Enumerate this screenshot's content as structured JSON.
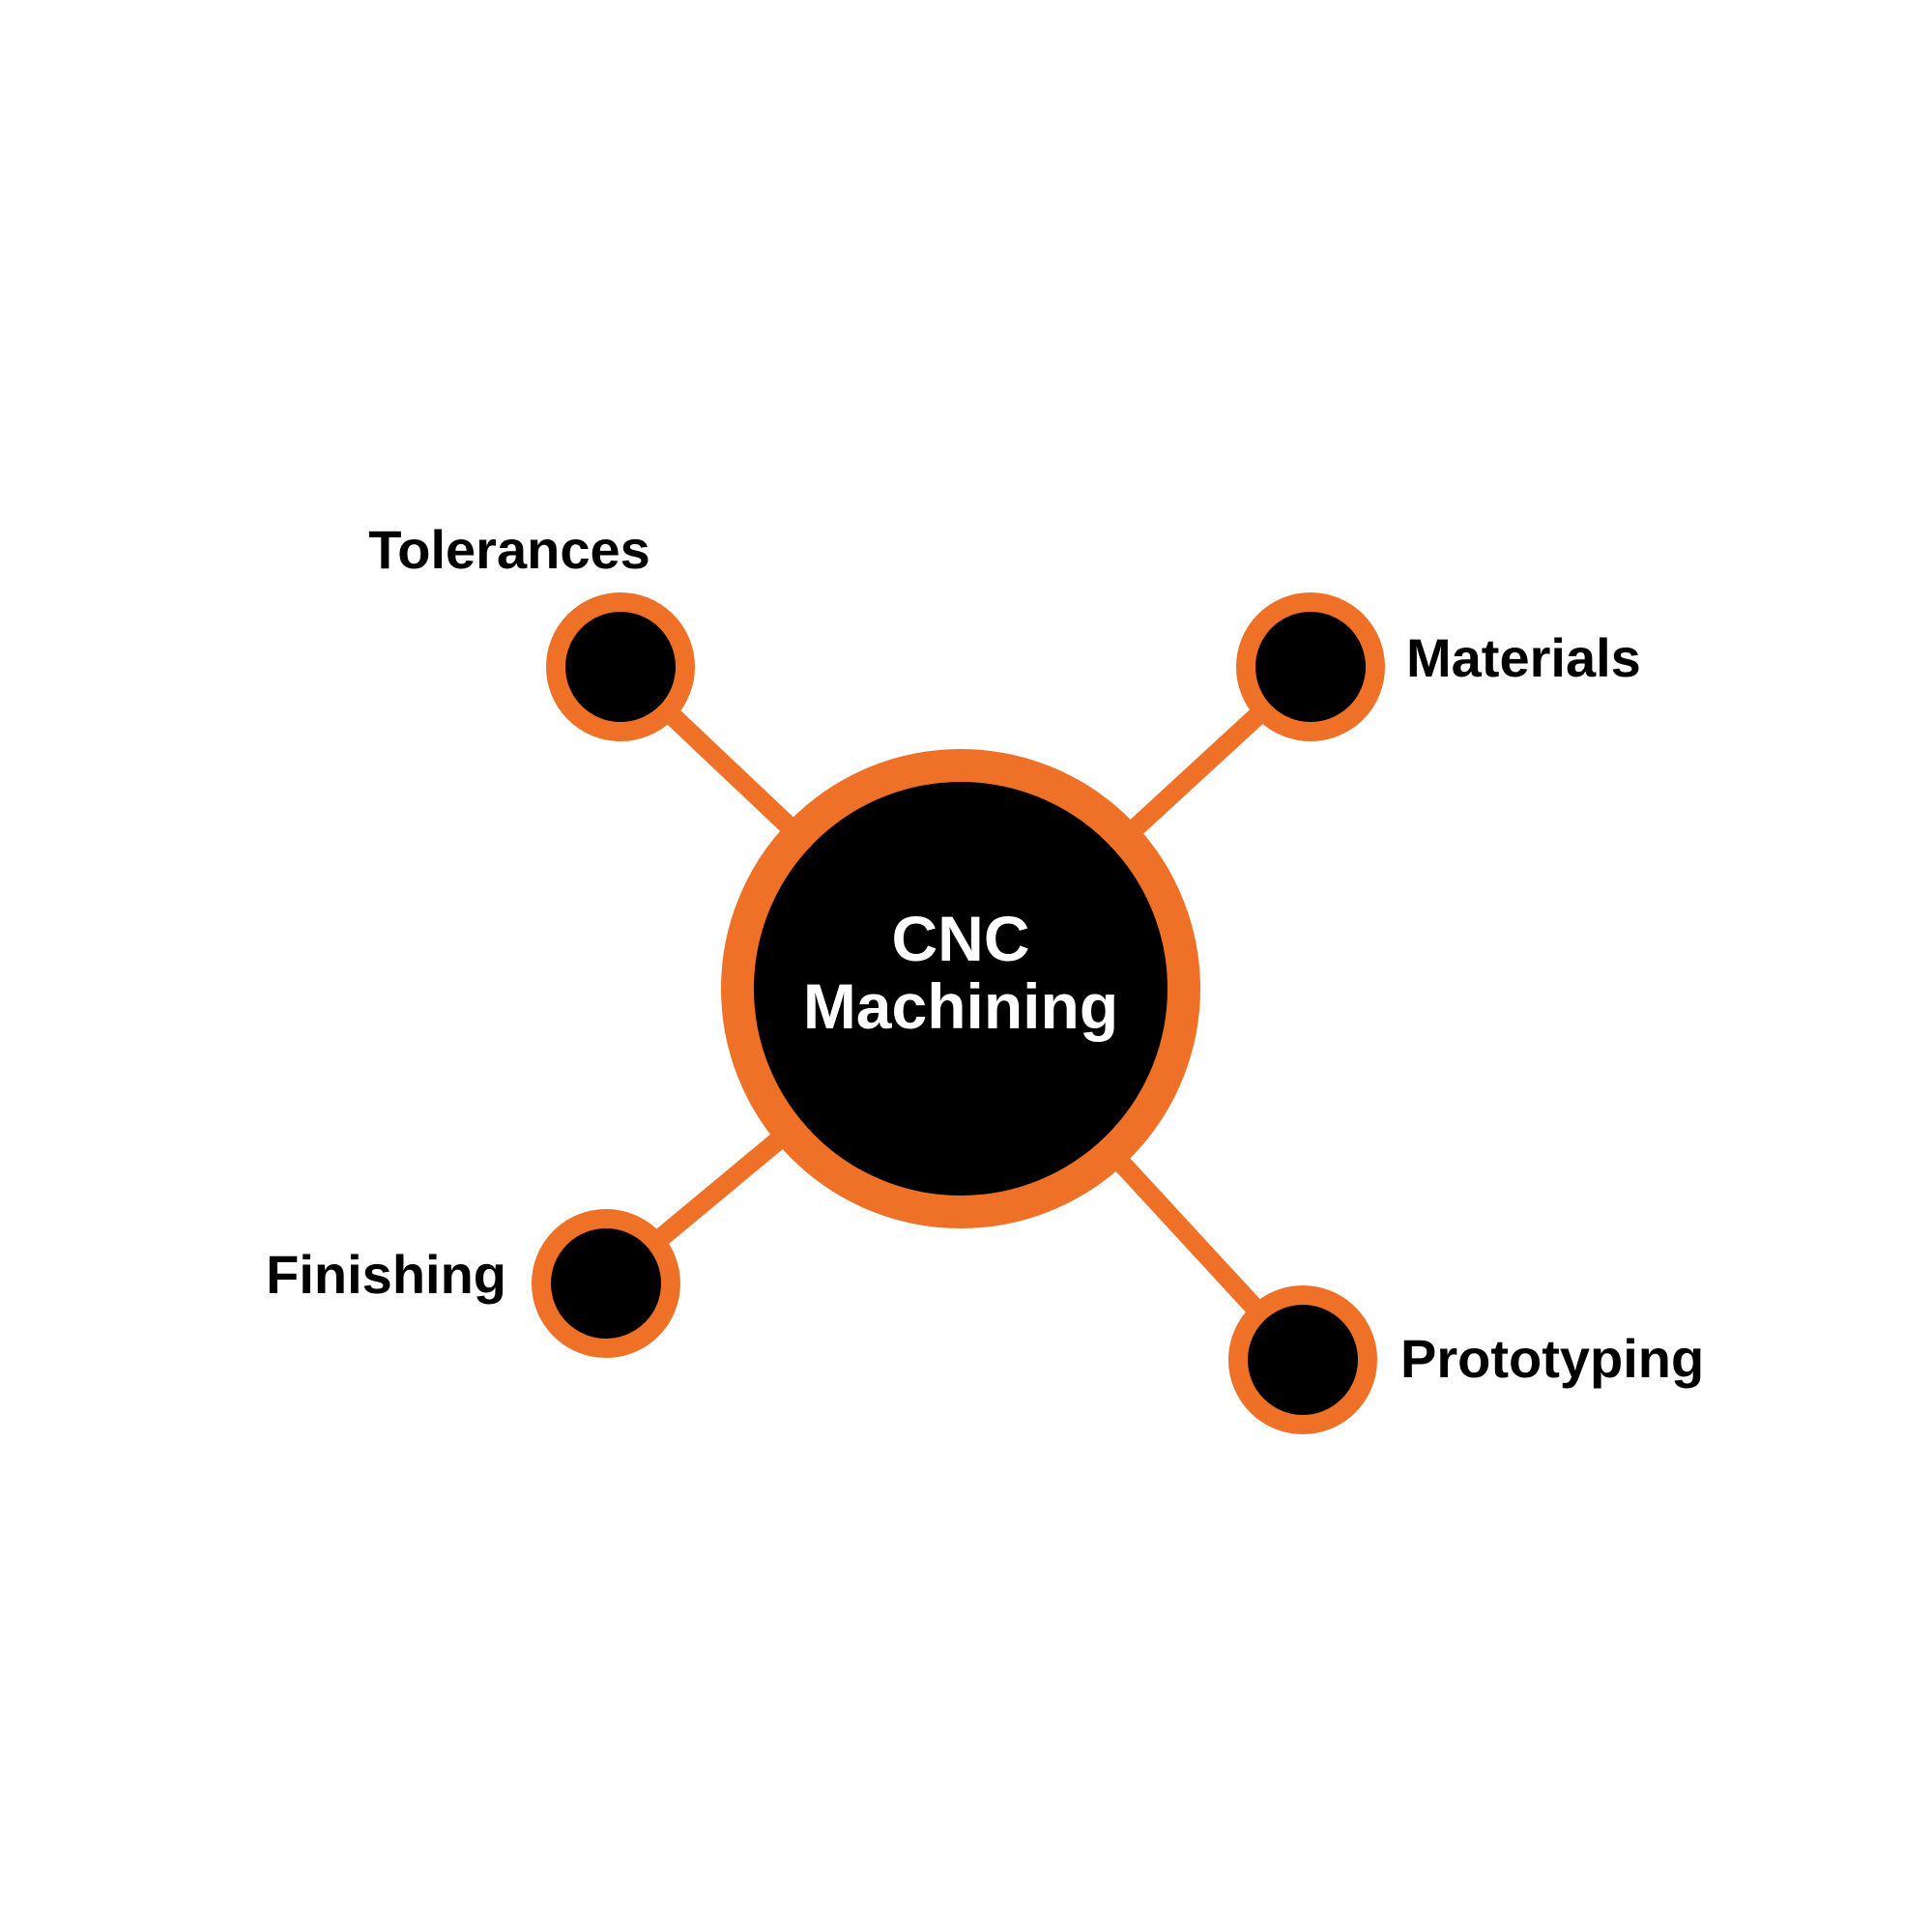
{
  "diagram": {
    "colors": {
      "accent": "#EE7127",
      "node_fill": "#000000",
      "label_text": "#000000",
      "hub_text": "#FFFFFF",
      "background": "#FFFFFF"
    },
    "hub": {
      "line1": "CNC",
      "line2": "Machining"
    },
    "nodes": [
      {
        "id": "tolerances",
        "label": "Tolerances"
      },
      {
        "id": "materials",
        "label": "Materials"
      },
      {
        "id": "finishing",
        "label": "Finishing"
      },
      {
        "id": "prototyping",
        "label": "Prototyping"
      }
    ]
  }
}
